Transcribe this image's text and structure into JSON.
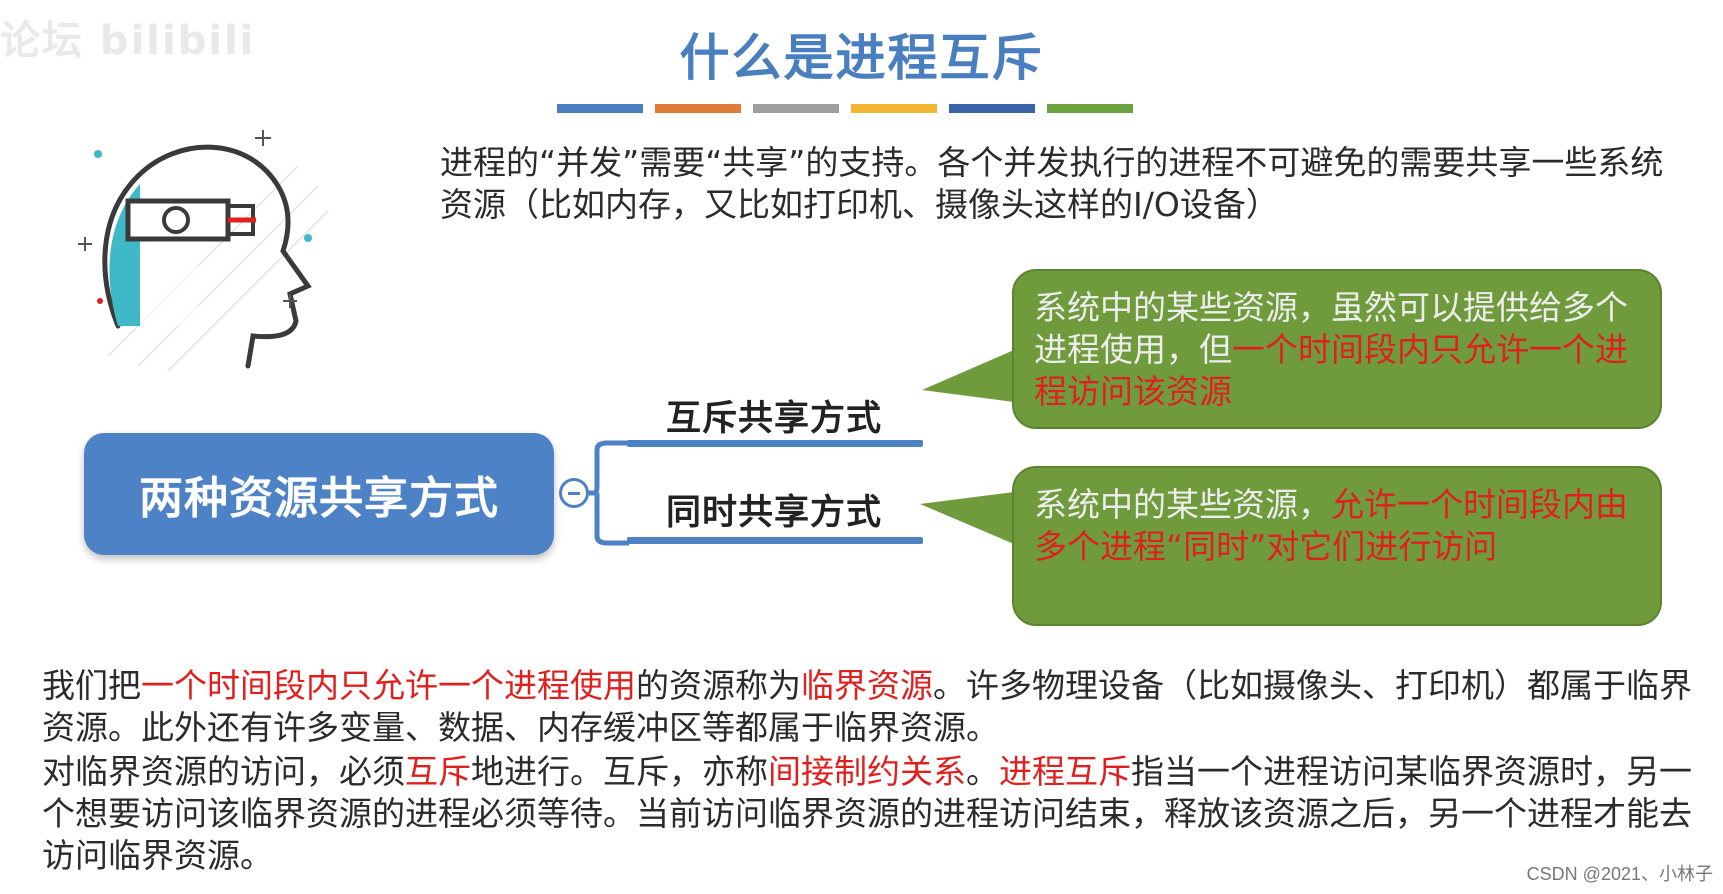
{
  "watermark": "论坛 bilibili",
  "title": "什么是进程互斥",
  "title_bar_colors": [
    "#4a7fbf",
    "#e07a37",
    "#9e9e9e",
    "#f2b630",
    "#3a64a8",
    "#6aa23d"
  ],
  "intro": {
    "text": "进程的“并发”需要“共享”的支持。各个并发执行的进程不可避免的需要共享一些系统资源（比如内存，又比如打印机、摄像头这样的I/O设备）"
  },
  "mindmap": {
    "root": "两种资源共享方式",
    "branches": [
      {
        "label": "互斥共享方式",
        "bubble": {
          "normal": "系统中的某些资源，虽然可以提供给多个进程使用，但",
          "highlight": "一个时间段内只允许一个进程访问该资源"
        }
      },
      {
        "label": "同时共享方式",
        "bubble": {
          "normal": "系统中的某些资源，",
          "highlight": "允许一个时间段内由多个进程“同时”对它们进行访问"
        }
      }
    ]
  },
  "paragraph1": {
    "p1": "我们把",
    "r1": "一个时间段内只允许一个进程使用",
    "p2": "的资源称为",
    "r2": "临界资源",
    "p3": "。许多物理设备（比如摄像头、打印机）都属于临界资源。此外还有许多变量、数据、内存缓冲区等都属于临界资源。"
  },
  "paragraph2": {
    "p1": "对临界资源的访问，必须",
    "r1": "互斥",
    "p2": "地进行。互斥，亦称",
    "r2": "间接制约关系",
    "p3": "。",
    "r3": "进程互斥",
    "p4": "指当一个进程访问某临界资源时，另一个想要访问该临界资源的进程必须等待。当前访问临界资源的进程访问结束，释放该资源之后，另一个进程才能去访问临界资源。"
  },
  "credit": "CSDN @2021、小林子",
  "colors": {
    "accent_blue": "#4d82c7",
    "bubble_green": "#6f9b3d",
    "highlight_red": "#e0201f"
  }
}
